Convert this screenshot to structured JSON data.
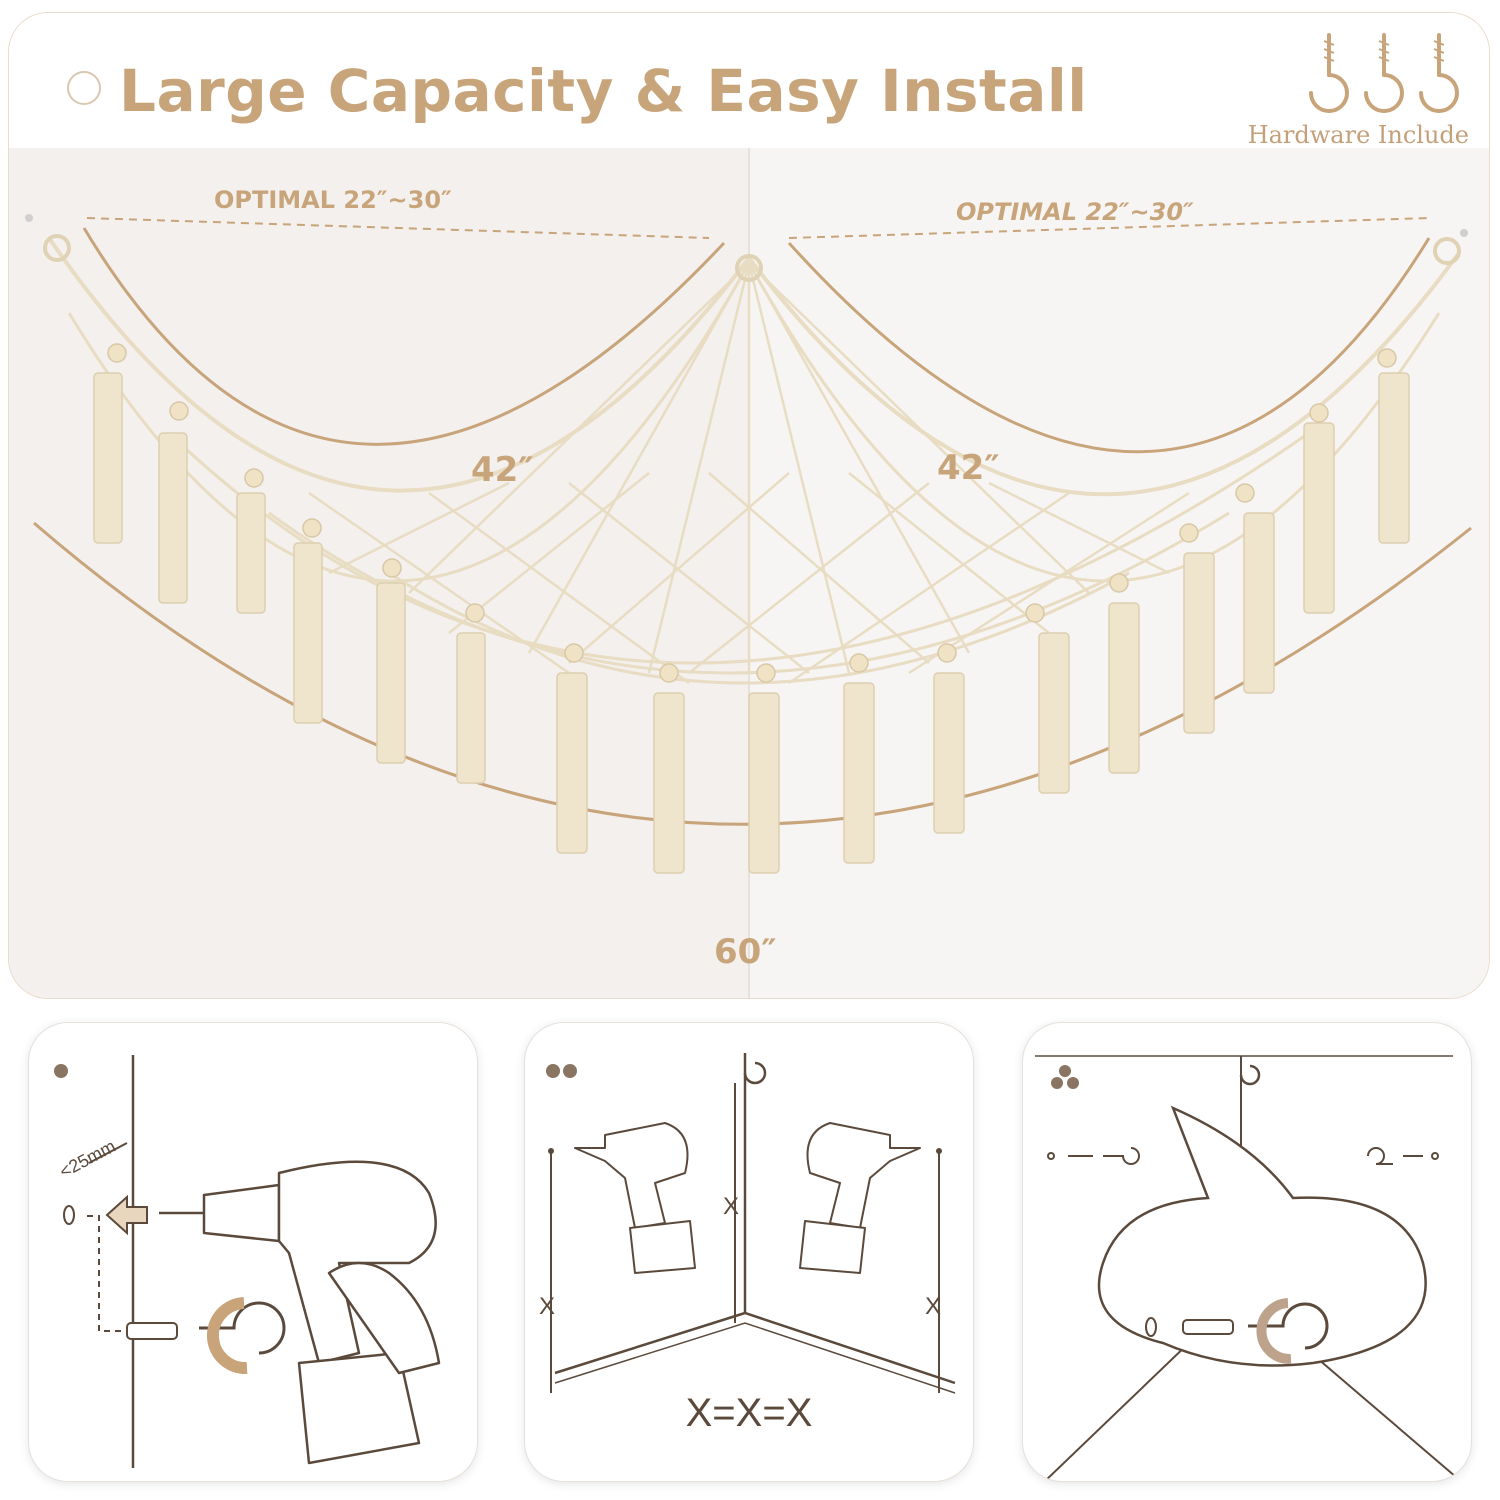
{
  "header": {
    "title": "Large Capacity & Easy Install",
    "hardware_label": "Hardware Include"
  },
  "dimensions": {
    "optimal_left": "OPTIMAL 22″~30″",
    "optimal_right": "OPTIMAL 22″~30″",
    "width_left": "42″",
    "width_right": "42″",
    "total_width": "60″"
  },
  "steps": {
    "step1": {
      "drill_depth": "<25mm"
    },
    "step2": {
      "x_left": "X",
      "x_center": "X",
      "x_right": "X",
      "equation": "X=X=X"
    }
  },
  "colors": {
    "accent": "#c8a47a",
    "line": "#5b4a3c",
    "rope": "#f2ead6"
  },
  "icons": [
    "screw-hook-icon",
    "drill-icon",
    "rotate-arrow-icon",
    "step-dot-icon"
  ]
}
